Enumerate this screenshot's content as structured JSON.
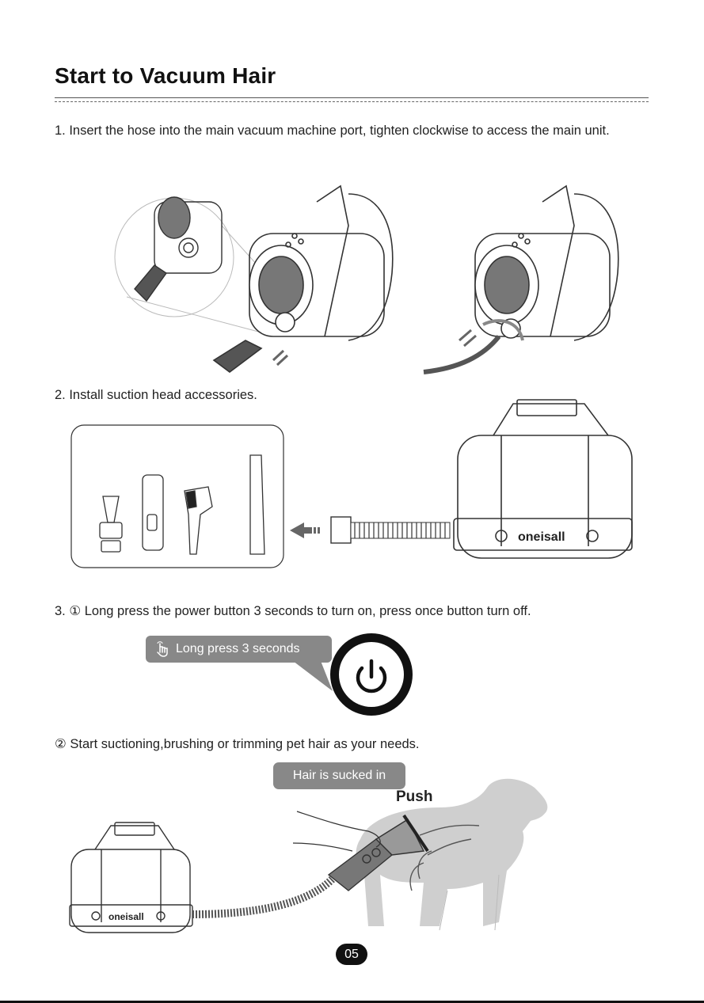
{
  "page": {
    "title": "Start to Vacuum Hair",
    "page_number": "05"
  },
  "steps": {
    "step1": "1. Insert the hose into the main vacuum machine port, tighten clockwise to access the main unit.",
    "step2": "2. Install suction head accessories.",
    "step3": "3. ① Long press the power button 3 seconds to turn on, press once button turn off.",
    "step3b": "② Start suctioning,brushing or trimming pet hair as your needs."
  },
  "callouts": {
    "long_press": "Long press 3 seconds",
    "hair_sucked": "Hair is sucked in",
    "push": "Push"
  },
  "brand": {
    "logo": "oneisall"
  },
  "icons": {
    "press": "hand-press-icon",
    "power": "power-icon"
  },
  "colors": {
    "callout_bg": "#888888",
    "dog_fill": "#cfcfcf",
    "ink": "#222222"
  }
}
